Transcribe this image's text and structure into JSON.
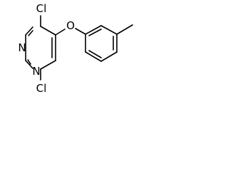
{
  "molecule": {
    "atoms": {
      "cl_top": "Cl",
      "cl_bottom": "Cl",
      "n_upper": "N",
      "n_lower": "N",
      "o_ether": "O"
    }
  }
}
